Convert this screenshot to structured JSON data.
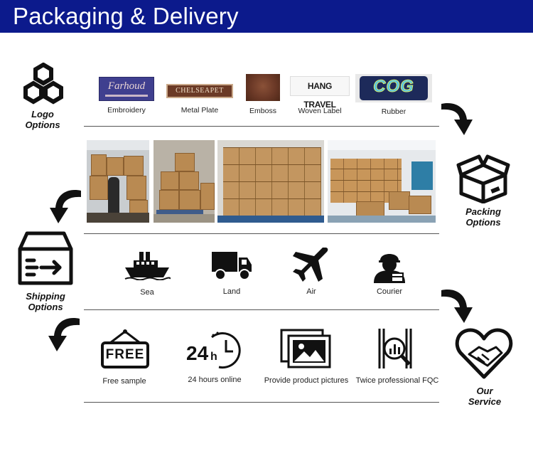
{
  "header": {
    "title": "Packaging & Delivery"
  },
  "logo_options": {
    "label": "Logo\nOptions",
    "items": [
      {
        "caption": "Embroidery",
        "sample_text": "Farhoud"
      },
      {
        "caption": "Metal Plate",
        "sample_text": "CHELSEAPET"
      },
      {
        "caption": "Emboss",
        "sample_text": ""
      },
      {
        "caption": "Woven Label",
        "sample_text": "HANG TRAVEL"
      },
      {
        "caption": "Rubber",
        "sample_text": "COG"
      }
    ]
  },
  "packing_options": {
    "label": "Packing\nOptions"
  },
  "shipping_options": {
    "label": "Shipping\nOptions",
    "items": [
      {
        "caption": "Sea",
        "icon": "ship-icon"
      },
      {
        "caption": "Land",
        "icon": "truck-icon"
      },
      {
        "caption": "Air",
        "icon": "airplane-icon"
      },
      {
        "caption": "Courier",
        "icon": "courier-icon"
      }
    ]
  },
  "our_service": {
    "label": "Our\nService",
    "items": [
      {
        "caption": "Free sample",
        "icon": "free-sign-icon",
        "icon_text": "FREE"
      },
      {
        "caption": "24 hours online",
        "icon": "clock-24h-icon",
        "icon_text": "24",
        "icon_sub": "h"
      },
      {
        "caption": "Provide product pictures",
        "icon": "picture-icon"
      },
      {
        "caption": "Twice professional FQC",
        "icon": "inspection-icon"
      }
    ]
  },
  "colors": {
    "header_bg": "#0c1a8c",
    "header_text": "#ffffff",
    "carton": "#b98a52"
  }
}
